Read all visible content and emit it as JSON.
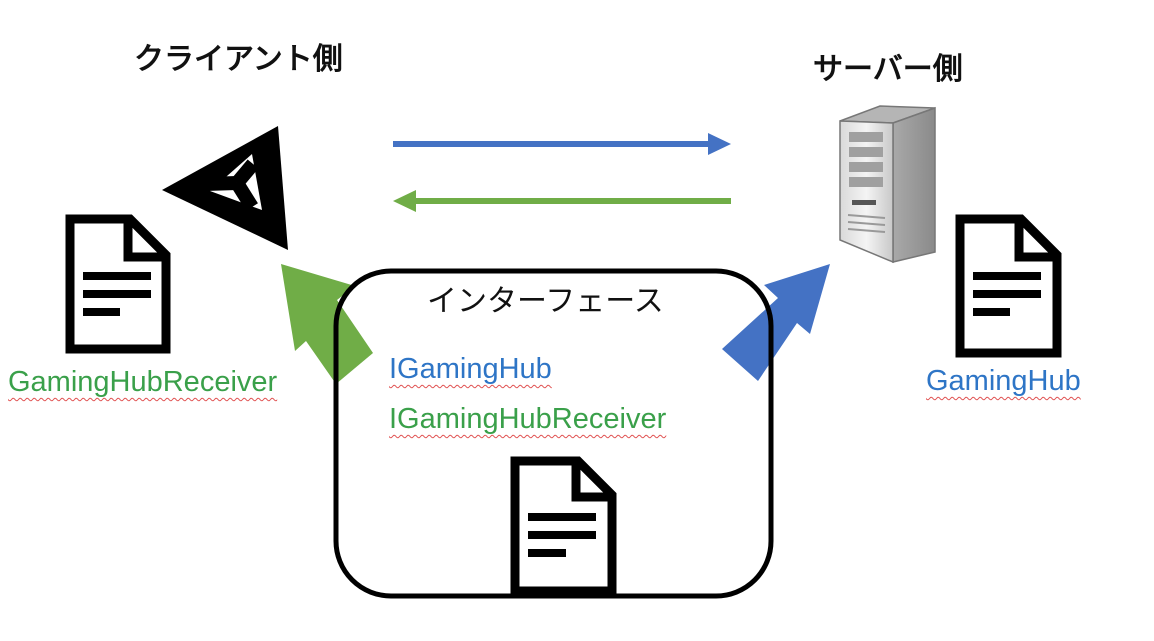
{
  "client": {
    "title": "クライアント側",
    "file_label": "GamingHubReceiver"
  },
  "server": {
    "title": "サーバー側",
    "file_label": "GamingHub"
  },
  "interface": {
    "title": "インターフェース",
    "items": [
      "IGamingHub",
      "IGamingHubReceiver"
    ]
  },
  "colors": {
    "blue": "#4472c4",
    "green": "#70ad47",
    "label_blue": "#2e75c6",
    "label_green": "#3aa04a"
  },
  "icons": {
    "client_logo": "unity-logo-icon",
    "server_machine": "server-tower-icon",
    "document": "document-icon"
  }
}
